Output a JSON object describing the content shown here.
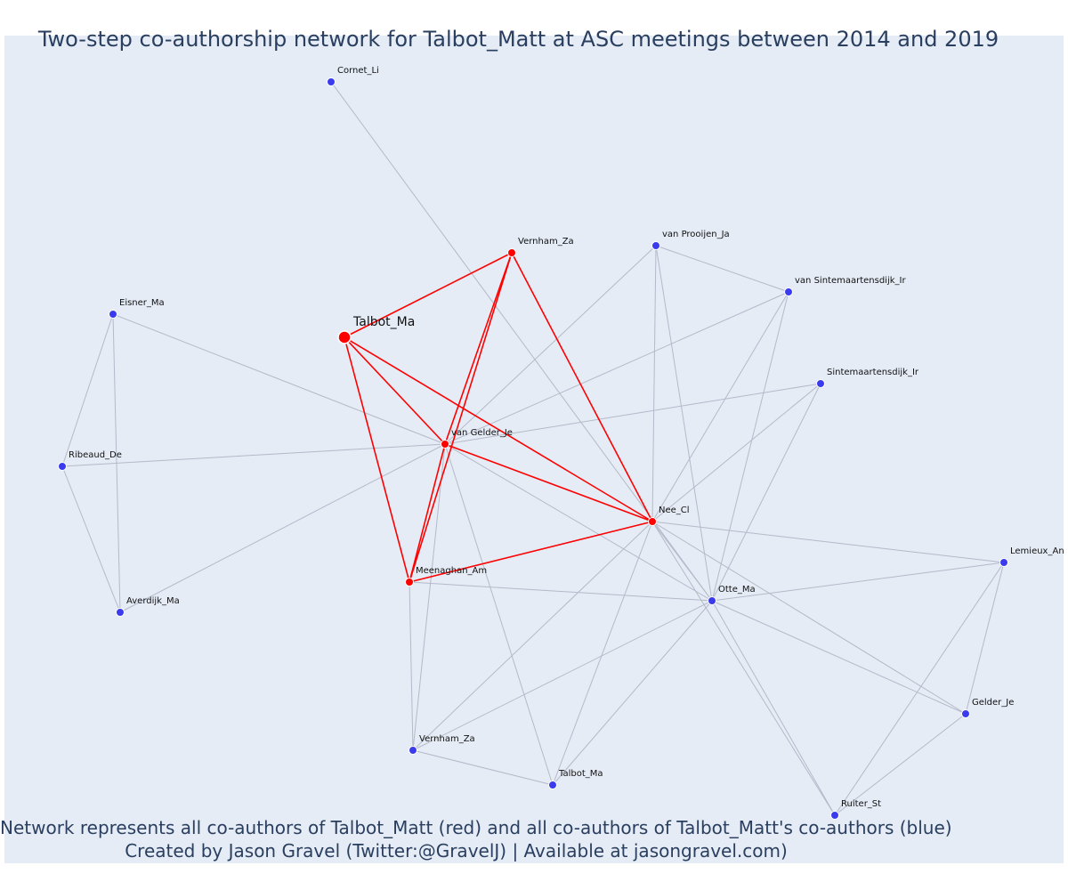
{
  "title": "Two-step co-authorship network for Talbot_Matt at ASC meetings between 2014 and 2019",
  "footer": {
    "line1": "Network represents all co-authors of Talbot_Matt (red) and all co-authors of Talbot_Matt's co-authors (blue)",
    "line2": "Created by Jason Gravel (Twitter:@GravelJ) | Available at jasongravel.com)"
  },
  "colors": {
    "background": "#e5ecf6",
    "first_step": "#ff0000",
    "second_step": "#3b3bee",
    "edge_first": "#ff0000",
    "edge_second": "#b5b9c9",
    "text": "#2a3f5f"
  },
  "nodes": [
    {
      "id": "talbot_focal",
      "label": "Talbot_Ma",
      "group": "focal"
    },
    {
      "id": "vernham_red",
      "label": "Vernham_Za",
      "group": "first"
    },
    {
      "id": "vangelder",
      "label": "van Gelder_Je",
      "group": "first"
    },
    {
      "id": "nee",
      "label": "Nee_Cl",
      "group": "first"
    },
    {
      "id": "meenaghan",
      "label": "Meenaghan_Am",
      "group": "first"
    },
    {
      "id": "cornet",
      "label": "Cornet_Li",
      "group": "second"
    },
    {
      "id": "vanprooijen",
      "label": "van Prooijen_Ja",
      "group": "second"
    },
    {
      "id": "vansintemaartensdijk",
      "label": "van Sintemaartensdijk_Ir",
      "group": "second"
    },
    {
      "id": "sintemaartensdijk",
      "label": "Sintemaartensdijk_Ir",
      "group": "second"
    },
    {
      "id": "eisner",
      "label": "Eisner_Ma",
      "group": "second"
    },
    {
      "id": "ribeaud",
      "label": "Ribeaud_De",
      "group": "second"
    },
    {
      "id": "averdijk",
      "label": "Averdijk_Ma",
      "group": "second"
    },
    {
      "id": "otte",
      "label": "Otte_Ma",
      "group": "second"
    },
    {
      "id": "lemieux",
      "label": "Lemieux_An",
      "group": "second"
    },
    {
      "id": "gelder",
      "label": "Gelder_Je",
      "group": "second"
    },
    {
      "id": "ruiter",
      "label": "Ruiter_St",
      "group": "second"
    },
    {
      "id": "vernham_blue",
      "label": "Vernham_Za",
      "group": "second"
    },
    {
      "id": "talbot_blue",
      "label": "Talbot_Ma",
      "group": "second"
    }
  ],
  "edges": [
    {
      "source": "talbot_focal",
      "target": "vernham_red",
      "type": "first"
    },
    {
      "source": "talbot_focal",
      "target": "vangelder",
      "type": "first"
    },
    {
      "source": "talbot_focal",
      "target": "nee",
      "type": "first"
    },
    {
      "source": "talbot_focal",
      "target": "meenaghan",
      "type": "first"
    },
    {
      "source": "vernham_red",
      "target": "vangelder",
      "type": "first"
    },
    {
      "source": "vernham_red",
      "target": "meenaghan",
      "type": "first"
    },
    {
      "source": "vernham_red",
      "target": "nee",
      "type": "first"
    },
    {
      "source": "vangelder",
      "target": "nee",
      "type": "first"
    },
    {
      "source": "vangelder",
      "target": "meenaghan",
      "type": "first"
    },
    {
      "source": "meenaghan",
      "target": "nee",
      "type": "first"
    },
    {
      "source": "cornet",
      "target": "otte",
      "type": "second"
    },
    {
      "source": "vanprooijen",
      "target": "vangelder",
      "type": "second"
    },
    {
      "source": "vanprooijen",
      "target": "vansintemaartensdijk",
      "type": "second"
    },
    {
      "source": "vanprooijen",
      "target": "nee",
      "type": "second"
    },
    {
      "source": "vanprooijen",
      "target": "otte",
      "type": "second"
    },
    {
      "source": "vansintemaartensdijk",
      "target": "vangelder",
      "type": "second"
    },
    {
      "source": "vansintemaartensdijk",
      "target": "nee",
      "type": "second"
    },
    {
      "source": "vansintemaartensdijk",
      "target": "otte",
      "type": "second"
    },
    {
      "source": "sintemaartensdijk",
      "target": "vangelder",
      "type": "second"
    },
    {
      "source": "sintemaartensdijk",
      "target": "nee",
      "type": "second"
    },
    {
      "source": "sintemaartensdijk",
      "target": "otte",
      "type": "second"
    },
    {
      "source": "eisner",
      "target": "vangelder",
      "type": "second"
    },
    {
      "source": "eisner",
      "target": "ribeaud",
      "type": "second"
    },
    {
      "source": "eisner",
      "target": "averdijk",
      "type": "second"
    },
    {
      "source": "ribeaud",
      "target": "vangelder",
      "type": "second"
    },
    {
      "source": "ribeaud",
      "target": "averdijk",
      "type": "second"
    },
    {
      "source": "averdijk",
      "target": "vangelder",
      "type": "second"
    },
    {
      "source": "vangelder",
      "target": "otte",
      "type": "second"
    },
    {
      "source": "vangelder",
      "target": "vernham_blue",
      "type": "second"
    },
    {
      "source": "vangelder",
      "target": "talbot_blue",
      "type": "second"
    },
    {
      "source": "meenaghan",
      "target": "otte",
      "type": "second"
    },
    {
      "source": "meenaghan",
      "target": "vernham_blue",
      "type": "second"
    },
    {
      "source": "nee",
      "target": "otte",
      "type": "second"
    },
    {
      "source": "nee",
      "target": "lemieux",
      "type": "second"
    },
    {
      "source": "nee",
      "target": "gelder",
      "type": "second"
    },
    {
      "source": "nee",
      "target": "ruiter",
      "type": "second"
    },
    {
      "source": "nee",
      "target": "vernham_blue",
      "type": "second"
    },
    {
      "source": "nee",
      "target": "talbot_blue",
      "type": "second"
    },
    {
      "source": "otte",
      "target": "lemieux",
      "type": "second"
    },
    {
      "source": "otte",
      "target": "gelder",
      "type": "second"
    },
    {
      "source": "otte",
      "target": "ruiter",
      "type": "second"
    },
    {
      "source": "otte",
      "target": "vernham_blue",
      "type": "second"
    },
    {
      "source": "otte",
      "target": "talbot_blue",
      "type": "second"
    },
    {
      "source": "lemieux",
      "target": "gelder",
      "type": "second"
    },
    {
      "source": "lemieux",
      "target": "ruiter",
      "type": "second"
    },
    {
      "source": "gelder",
      "target": "ruiter",
      "type": "second"
    },
    {
      "source": "vernham_blue",
      "target": "talbot_blue",
      "type": "second"
    }
  ]
}
